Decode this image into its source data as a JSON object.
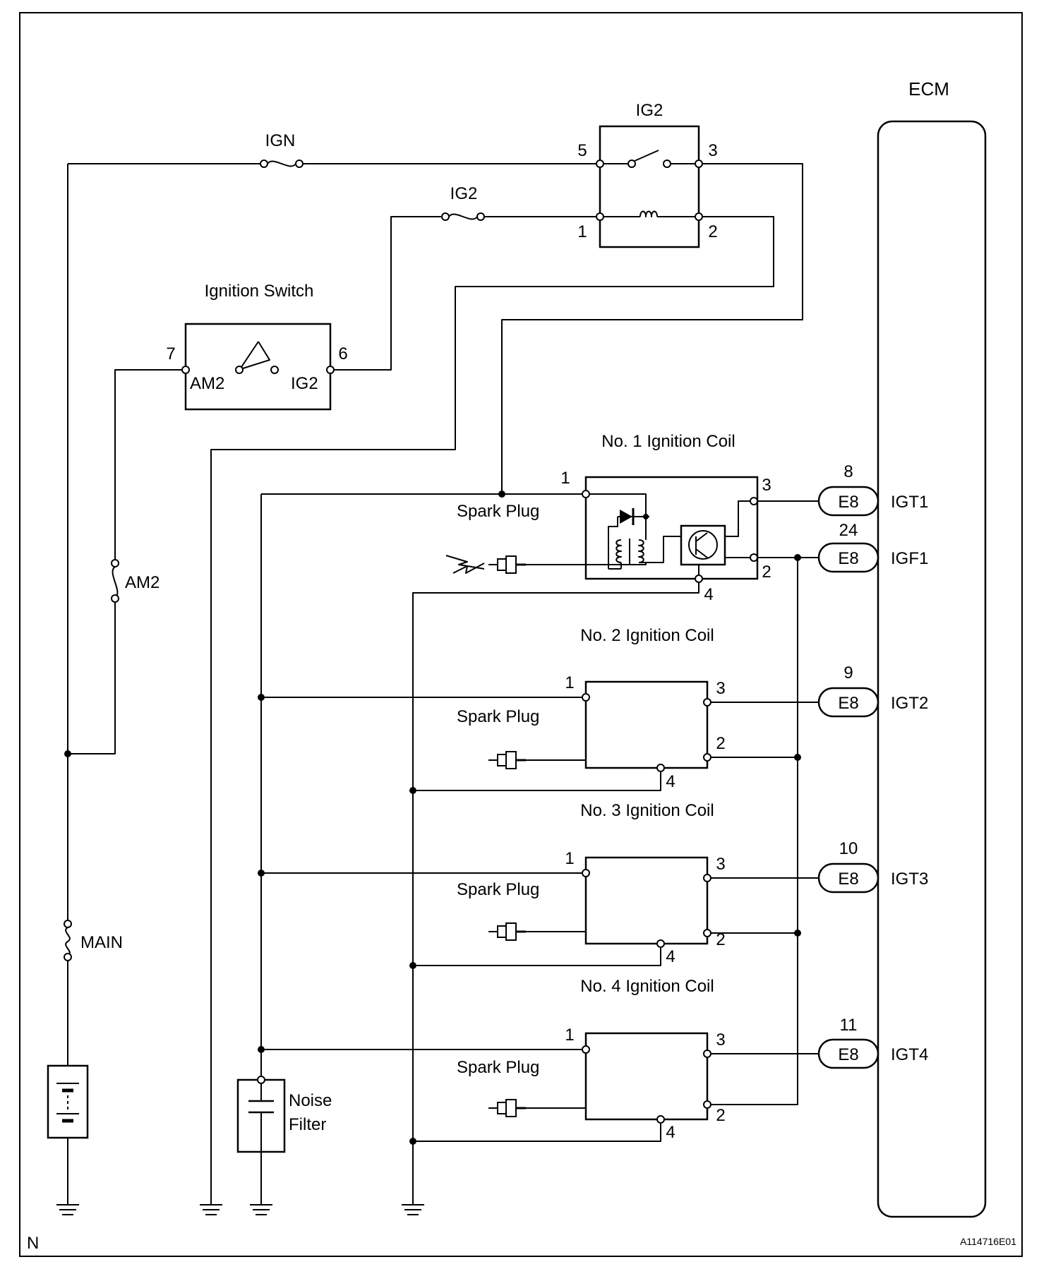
{
  "ecm": {
    "title": "ECM"
  },
  "relay": {
    "title": "IG2",
    "pins": [
      "5",
      "3",
      "1",
      "2"
    ]
  },
  "fuses": {
    "ign": "IGN",
    "ig2": "IG2",
    "am2": "AM2",
    "main": "MAIN"
  },
  "ignition_switch": {
    "title": "Ignition Switch",
    "pin_am2": "7",
    "pin_ig2": "6",
    "label_am2": "AM2",
    "label_ig2": "IG2"
  },
  "coils": [
    {
      "title": "No. 1 Ignition Coil",
      "spark_plug": "Spark Plug",
      "pins": {
        "p1": "1",
        "p2": "2",
        "p3": "3",
        "p4": "4"
      },
      "ecm_links": [
        {
          "connector": "E8",
          "pin": "8",
          "signal": "IGT1"
        },
        {
          "connector": "E8",
          "pin": "24",
          "signal": "IGF1"
        }
      ]
    },
    {
      "title": "No. 2 Ignition Coil",
      "spark_plug": "Spark Plug",
      "pins": {
        "p1": "1",
        "p2": "2",
        "p3": "3",
        "p4": "4"
      },
      "ecm_links": [
        {
          "connector": "E8",
          "pin": "9",
          "signal": "IGT2"
        }
      ]
    },
    {
      "title": "No. 3 Ignition Coil",
      "spark_plug": "Spark Plug",
      "pins": {
        "p1": "1",
        "p2": "2",
        "p3": "3",
        "p4": "4"
      },
      "ecm_links": [
        {
          "connector": "E8",
          "pin": "10",
          "signal": "IGT3"
        }
      ]
    },
    {
      "title": "No. 4 Ignition Coil",
      "spark_plug": "Spark Plug",
      "pins": {
        "p1": "1",
        "p2": "2",
        "p3": "3",
        "p4": "4"
      },
      "ecm_links": [
        {
          "connector": "E8",
          "pin": "11",
          "signal": "IGT4"
        }
      ]
    }
  ],
  "noise_filter": {
    "line1": "Noise",
    "line2": "Filter"
  },
  "corner_mark": "N",
  "figure_id": "A114716E01"
}
